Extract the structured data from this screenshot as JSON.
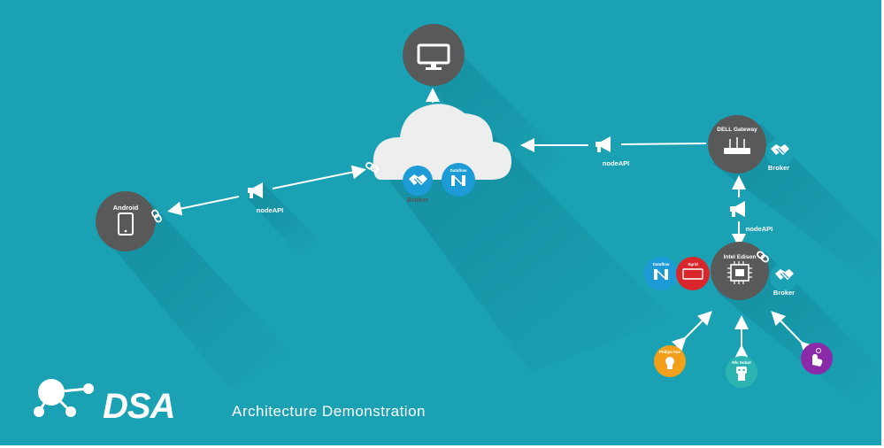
{
  "nodes": {
    "android": "Android",
    "dell_gateway": "DELL Gateway",
    "intel_edison": "Intel Edison",
    "cloud_broker": "Broker",
    "dell_broker": "Broker",
    "edison_broker": "Broker",
    "cloud_dataflow": "Dataflow",
    "edison_dataflow": "Dataflow",
    "edison_sgrid": "Sgrid",
    "philips_hue": "Philips hue",
    "nfc_robot": "Nfc Robot"
  },
  "links": {
    "android_cloud": "nodeAPI",
    "dell_cloud": "nodeAPI",
    "edison_dell": "nodeAPI"
  },
  "branding": {
    "logo": "DSA",
    "subtitle": "Architecture Demonstration"
  },
  "colors": {
    "background": "#1aa2b4",
    "node_dark": "#595959",
    "broker_blue": "#1c9bd6",
    "sgrid_red": "#d9262a",
    "hue_orange": "#f2a01c",
    "robot_teal": "#2cb5b0",
    "touch_purple": "#8a2aa8",
    "cloud": "#eeeeee"
  },
  "icons": [
    "monitor-icon",
    "phone-icon",
    "router-icon",
    "chip-icon",
    "handshake-icon",
    "link-icon",
    "megaphone-icon",
    "lightbulb-icon",
    "robot-icon",
    "touch-icon"
  ]
}
